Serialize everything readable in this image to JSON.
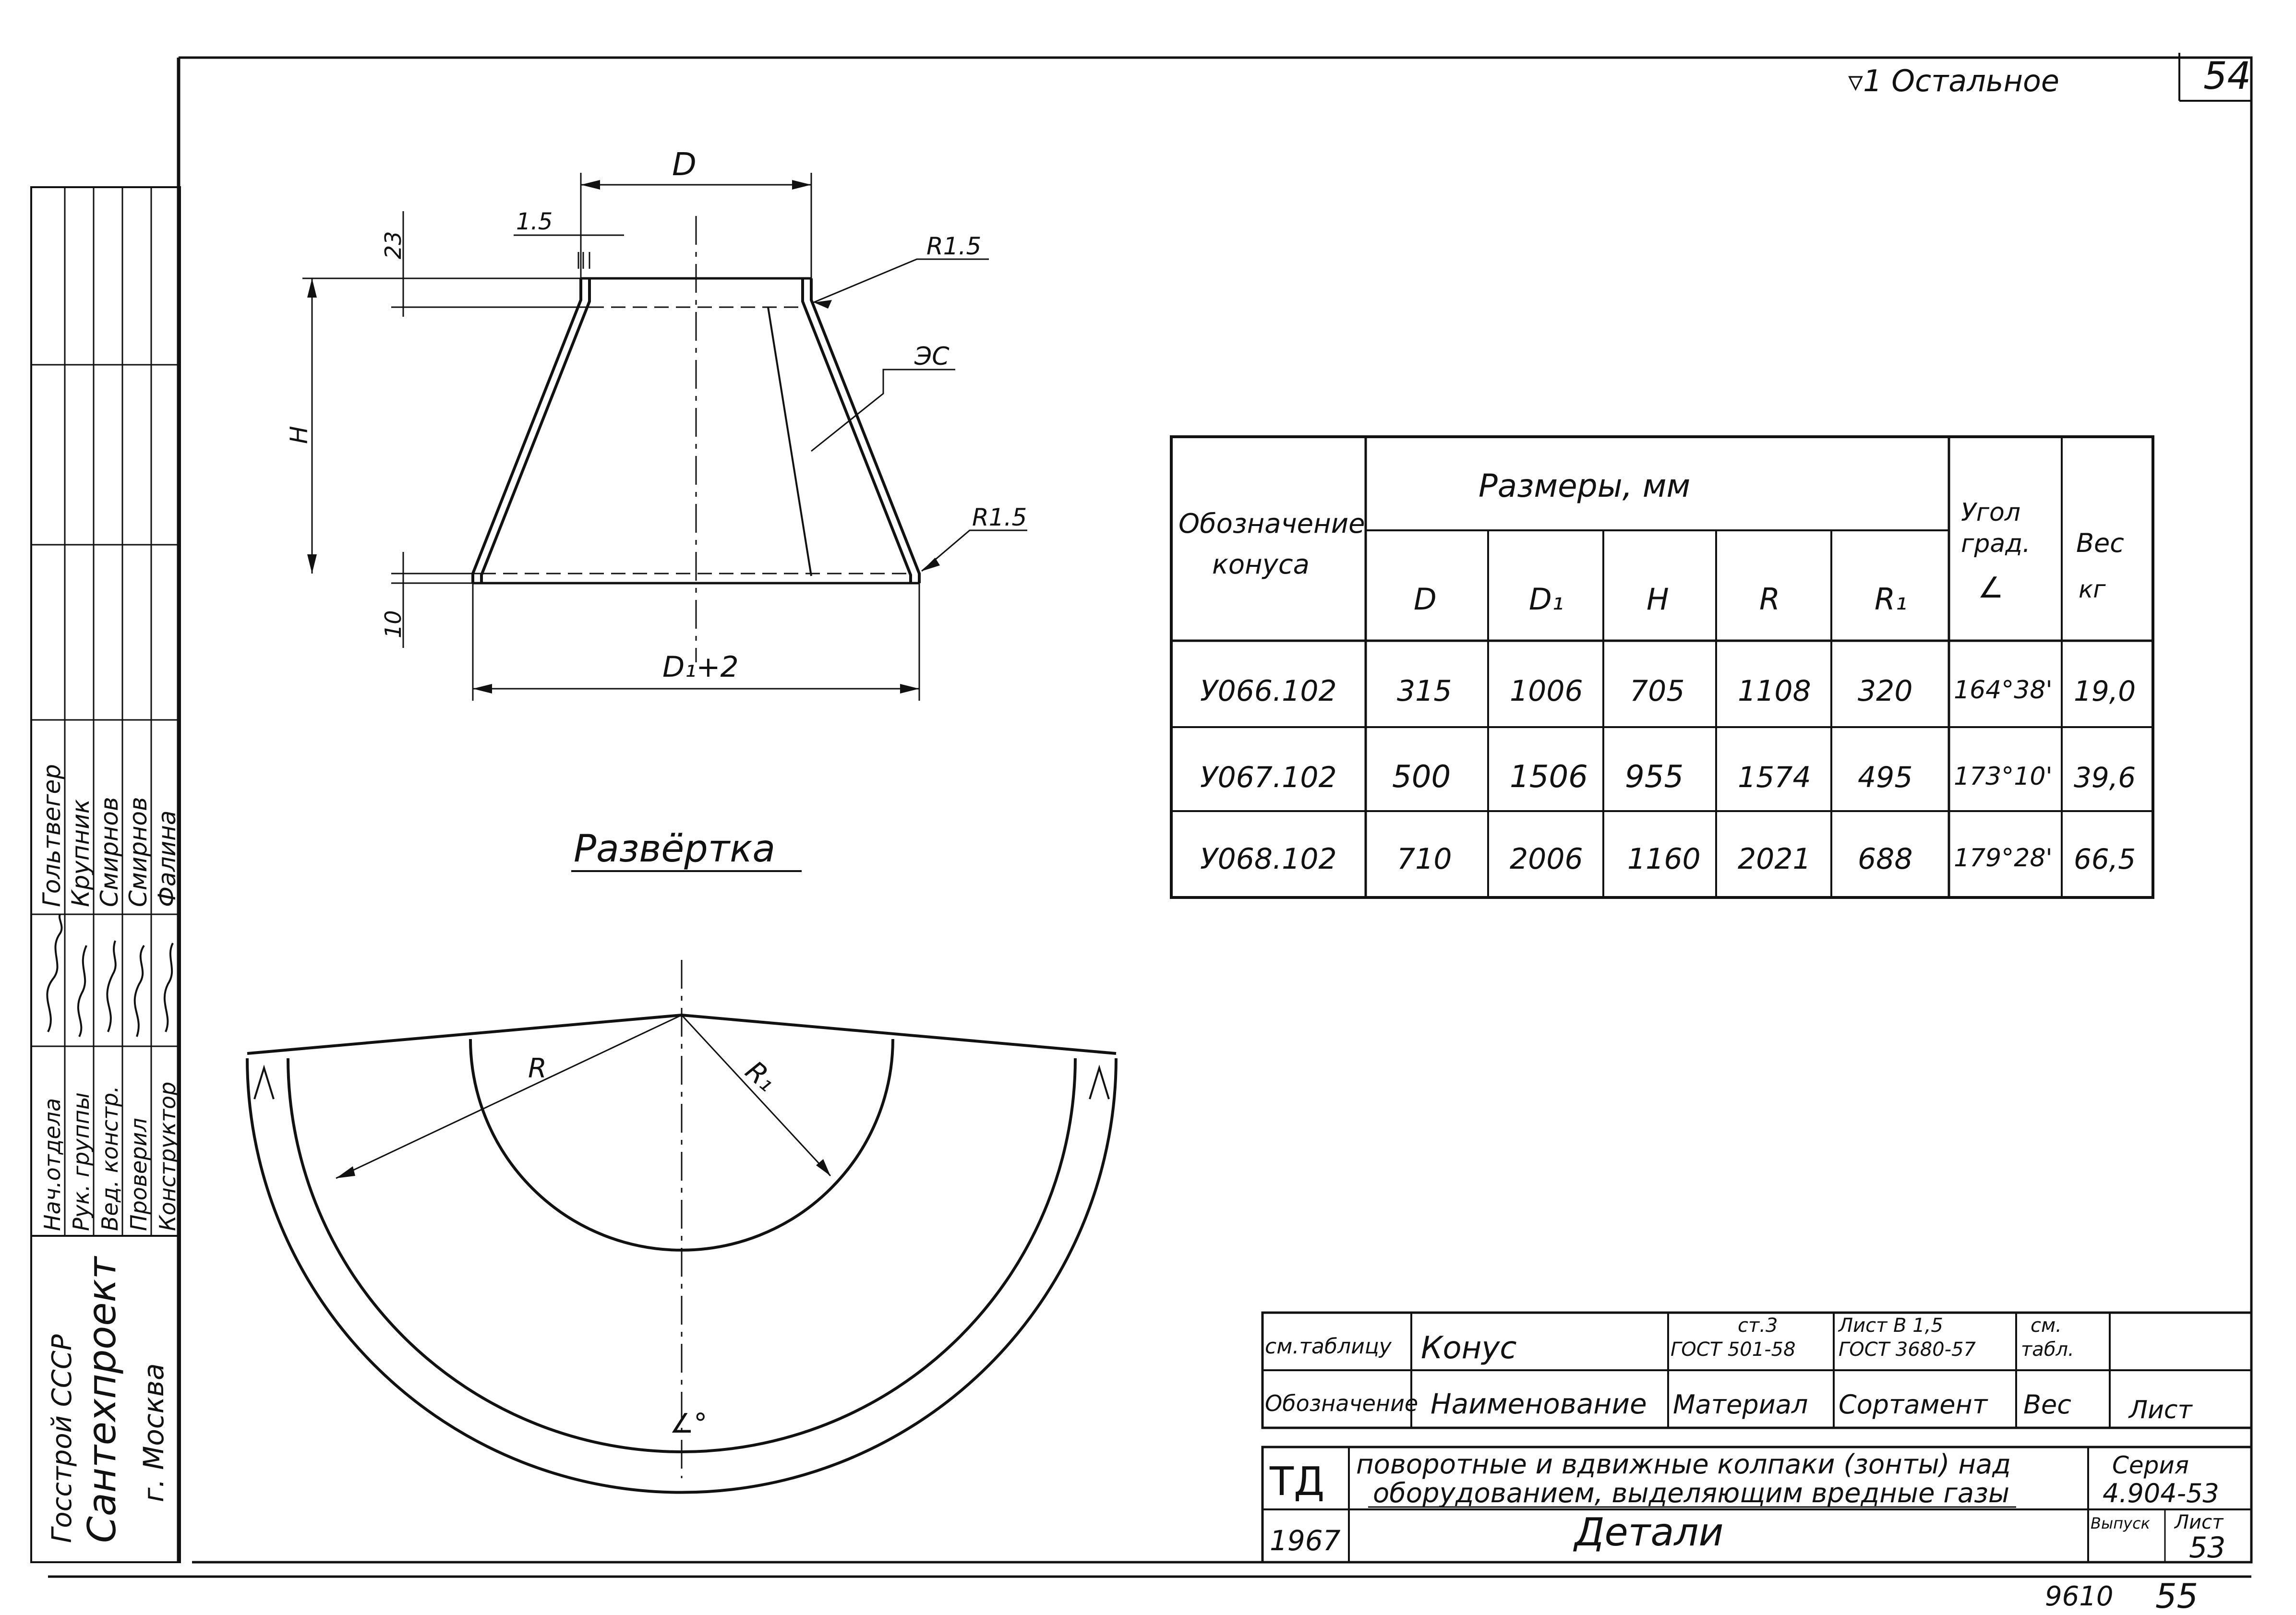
{
  "page": {
    "corner_number": "54",
    "roughness_note": "▿1 Остальное"
  },
  "drawing": {
    "dims": {
      "D": "D",
      "t": "1.5",
      "top": "23",
      "H": "H",
      "bottom": "10",
      "D1_plus": "D₁+2",
      "R_top": "R1.5",
      "R_bottom": "R1.5",
      "weld": "ЭС"
    }
  },
  "development": {
    "title": "Развёртка",
    "R_label": "R",
    "R1_label": "R₁",
    "angle_label": "∠°"
  },
  "dims_table": {
    "header": {
      "designation": "Обозначение конуса",
      "sizes": "Размеры, мм",
      "angle": "Угол град.",
      "angle_sym": "∠",
      "weight": "Вес кг"
    },
    "columns": [
      "D",
      "D₁",
      "H",
      "R",
      "R₁"
    ],
    "rows": [
      {
        "designation": "У066.102",
        "D": "315",
        "D1": "1006",
        "H": "705",
        "R": "1108",
        "R1": "320",
        "angle": "164°38'",
        "weight": "19,0"
      },
      {
        "designation": "У067.102",
        "D": "500",
        "D1": "1506",
        "H": "955",
        "R": "1574",
        "R1": "495",
        "angle": "173°10'",
        "weight": "39,6"
      },
      {
        "designation": "У068.102",
        "D": "710",
        "D1": "2006",
        "H": "1160",
        "R": "2021",
        "R1": "688",
        "angle": "179°28'",
        "weight": "66,5"
      }
    ]
  },
  "spec": {
    "row1": {
      "ref": "см.таблицу",
      "name": "Конус",
      "material": "ст.3 ГОСТ 501-58",
      "sortament": "Лист В 1,5 ГОСТ 3680-57",
      "weight": "см. табл.",
      "sheet": ""
    },
    "row2": {
      "designation": "Обозначение",
      "name": "Наименование",
      "material": "Материал",
      "sortament": "Сортамент",
      "weight": "Вес",
      "sheet": "Лист"
    }
  },
  "title_block": {
    "td": "ТД",
    "title_line1": "поворотные и вдвижные колпаки (зонты) над",
    "title_line2": "оборудованием, выделяющим вредные газы",
    "series_label": "Серия",
    "series": "4.904-53",
    "year": "1967",
    "subtitle": "Детали",
    "issue_label": "Выпуск",
    "sheet_label": "Лист",
    "sheet_no": "53"
  },
  "footer": {
    "code": "9610",
    "page": "55"
  },
  "side_stamp": {
    "org1": "Госстрой СССР",
    "org2": "Сантехпроект",
    "city": "г. Москва",
    "roles": [
      "Нач.отдела",
      "Рук. группы",
      "Вед. констр.",
      "Проверил",
      "Конструктор"
    ],
    "names": [
      "Гольтвегер",
      "Крупник",
      "Смирнов",
      "Смирнов",
      "Фалина"
    ]
  }
}
